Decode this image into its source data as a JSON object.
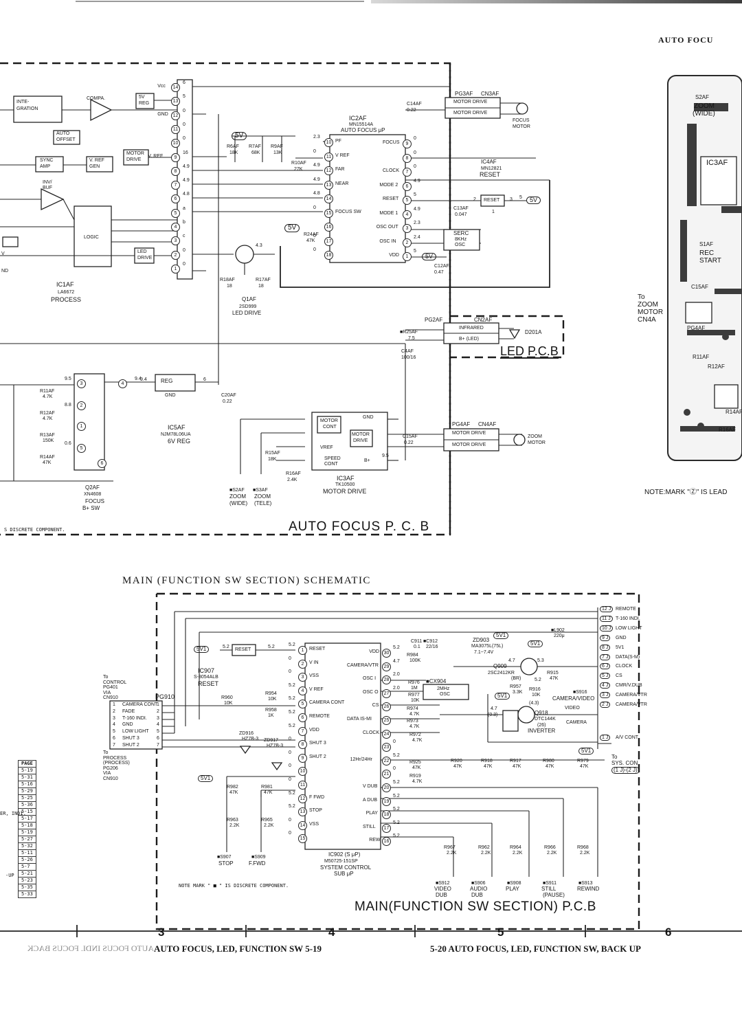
{
  "page": {
    "top_right_title": "AUTO FOCU",
    "auto_focus_pcb_label": "AUTO FOCUS P. C. B",
    "discrete_note_top": "S DISCRETE COMPONENT.",
    "led_pcb_label": "LED P.C.B",
    "to_zoom_motor": [
      "To",
      "ZOOM",
      "MOTOR",
      "CN4A"
    ],
    "note_mark_right": "NOTE:MARK \"Ⓩ\" IS LEAD",
    "main_title": "MAIN  (FUNCTION  SW  SECTION)  SCHEMATIC",
    "main_pcb_label": "MAIN(FUNCTION SW SECTION) P.C.B",
    "main_note": "NOTE MARK \" ■ \" IS DISCRETE COMPONENT.",
    "to_control": [
      "To",
      "CONTROL",
      "PG401",
      "VIA",
      "CN910"
    ],
    "to_process": [
      "To",
      "PROCESS",
      "(PROCESS)",
      "PG206",
      "VIA",
      "CN910"
    ],
    "to_sys_con": [
      "To",
      "SYS. CON.",
      "(1 J)-(2 J)"
    ]
  },
  "left_blocks": {
    "integration": [
      "INTE-",
      "GRATION"
    ],
    "compa": "COMPA.",
    "reg5v": [
      "5V",
      "REG"
    ],
    "auto_offset": [
      "AUTO",
      "OFFSET"
    ],
    "sync_amp": [
      "SYNC",
      "AMP"
    ],
    "vref_gen": [
      "V. REF",
      "GEN"
    ],
    "motor_drive": [
      "MOTOR",
      "DRIVE"
    ],
    "inv_buf": [
      "INV/",
      "BUF"
    ],
    "logic": "LOGIC",
    "led_drive": [
      "LED",
      "DRIVE"
    ],
    "v": "V",
    "nd": "ND"
  },
  "ic1af": {
    "name": "IC1AF",
    "part": "LA6672",
    "function": "PROCESS",
    "pins": [
      {
        "num": "14",
        "label": "Vcc",
        "value": "6"
      },
      {
        "num": "13",
        "label": "",
        "value": "5"
      },
      {
        "num": "12",
        "label": "GND",
        "value": "0"
      },
      {
        "num": "11",
        "label": "",
        "value": "0"
      },
      {
        "num": "10",
        "label": "",
        "value": "0"
      },
      {
        "num": "9",
        "label": "V. REF",
        "value": "16"
      },
      {
        "num": "8",
        "label": "",
        "value": "4.9"
      },
      {
        "num": "7",
        "label": "",
        "value": "4.9"
      },
      {
        "num": "6",
        "label": "",
        "value": "4.8"
      },
      {
        "num": "5",
        "label": "",
        "value": "a"
      },
      {
        "num": "4",
        "label": "",
        "value": "b"
      },
      {
        "num": "3",
        "label": "",
        "value": "c"
      },
      {
        "num": "2",
        "label": "",
        "value": "0"
      },
      {
        "num": "1",
        "label": "",
        "value": "0"
      }
    ]
  },
  "ic2af": {
    "name": "IC2AF",
    "part": "MN15514A",
    "function": "AUTO FOCUS μP",
    "left_pins": [
      {
        "num": "10",
        "label": "PF",
        "value": "2.3"
      },
      {
        "num": "11",
        "label": "V REF",
        "value": "0"
      },
      {
        "num": "12",
        "label": "FAR",
        "value": "4.9"
      },
      {
        "num": "13",
        "label": "NEAR",
        "value": "4.9"
      },
      {
        "num": "14",
        "label": "",
        "value": "4.8"
      },
      {
        "num": "15",
        "label": "FOCUS SW",
        "value": "0"
      },
      {
        "num": "16",
        "label": "",
        "value": ""
      },
      {
        "num": "17",
        "label": "",
        "value": "0"
      },
      {
        "num": "18",
        "label": "",
        "value": "0"
      }
    ],
    "right_pins": [
      {
        "num": "9",
        "label": "FOCUS",
        "value": "0"
      },
      {
        "num": "8",
        "label": "",
        "value": "0"
      },
      {
        "num": "7",
        "label": "CLOCK",
        "value": "0"
      },
      {
        "num": "6",
        "label": "MODE 2",
        "value": "4.9"
      },
      {
        "num": "5",
        "label": "RESET",
        "value": "5"
      },
      {
        "num": "4",
        "label": "MODE 1",
        "value": "4.9"
      },
      {
        "num": "3",
        "label": "OSC OUT",
        "value": "2.3"
      },
      {
        "num": "2",
        "label": "OSC IN",
        "value": "2.4"
      },
      {
        "num": "1",
        "label": "VDD",
        "value": "5"
      }
    ]
  },
  "ic4af": {
    "name": "IC4AF",
    "part": "MN12821",
    "function": "RESET",
    "box": "RESET",
    "pin2": "2",
    "pin3": "3",
    "v5": "5V",
    "value": "5",
    "pin1": "1"
  },
  "serc": {
    "lines": [
      "SERC",
      "8KHz",
      "OSC"
    ]
  },
  "vcc5v": "5V",
  "components_top": {
    "r6af": [
      "R6AF",
      "18K"
    ],
    "r7af": [
      "R7AF",
      "68K"
    ],
    "r9af": [
      "R9AF",
      "13K"
    ],
    "r10af": [
      "R10AF",
      "27K"
    ],
    "r24af": [
      "R24AF",
      "47K"
    ],
    "c14af": [
      "C14AF",
      "0.22"
    ],
    "c13af": [
      "C13AF",
      "0.047"
    ],
    "c12af": [
      "C12AF",
      "0.47"
    ],
    "r18af": [
      "R18AF",
      "18"
    ],
    "r17af": [
      "R17AF",
      "18"
    ],
    "q1af": [
      "Q1AF",
      "2SD999",
      "LED DRIVE"
    ],
    "q1af_val": "4.3"
  },
  "connectors_top": {
    "pg3af": "PG3AF",
    "cn3af": "CN3AF",
    "motor_drive_2": "MOTOR DRIVE",
    "motor_drive_1": "MOTOR DRIVE",
    "focus_motor": [
      "FOCUS",
      "MOTOR"
    ],
    "pg2af": "PG2AF",
    "cn2af": "CN2AF",
    "infrared": "INFRARED",
    "b_led": "B+ (LED)",
    "d201a": "D201A",
    "r25af": [
      "■R25AF",
      "7.5"
    ],
    "c4af": [
      "C4AF",
      "100/16"
    ]
  },
  "ic5af": {
    "name": "IC5AF",
    "part": "NJM78L06UA",
    "function": "6V REG",
    "reg": "REG",
    "gnd": "GND",
    "in_val": "9.4",
    "out": "6",
    "c20af": [
      "C20AF",
      "0.22"
    ]
  },
  "q2af": {
    "name": "Q2AF",
    "part": "XN4608",
    "function": [
      "FOCUS",
      "B+ SW"
    ],
    "vals": [
      "9.5",
      "8.8",
      "9.4",
      "0.6"
    ],
    "pins": [
      "3",
      "2",
      "1",
      "5",
      "4",
      "6"
    ]
  },
  "resistors_left": [
    [
      "R11AF",
      "4.7K"
    ],
    [
      "R12AF",
      "4.7K"
    ],
    [
      "R13AF",
      "150K"
    ],
    [
      "R14AF",
      "47K"
    ]
  ],
  "ic3af": {
    "name": "IC3AF",
    "part": "TK10500",
    "function": "MOTOR DRIVE",
    "motor_cont": [
      "MOTOR",
      "CONT"
    ],
    "motor_drive": [
      "MOTOR",
      "DRIVE"
    ],
    "vref": "VREF",
    "speed_cont": [
      "SPEED",
      "CONT"
    ],
    "gnd": "GND",
    "b_plus": "B+",
    "val_b": "9.5"
  },
  "zoom_sw": {
    "r15af": [
      "R15AF",
      "18K"
    ],
    "r16af": [
      "R16AF",
      "2.4K"
    ],
    "s2af": [
      "■S2AF",
      "ZOOM",
      "(WIDE)"
    ],
    "s3af": [
      "■S3AF",
      "ZOOM",
      "(TELE)"
    ]
  },
  "connectors_zoom": {
    "pg4af": "PG4AF",
    "cn4af": "CN4AF",
    "md1": "MOTOR DRIVE",
    "md2": "MOTOR DRIVE",
    "c15af": [
      "C15AF",
      "0.22"
    ],
    "zoom_motor": [
      "ZOOM",
      "MOTOR"
    ]
  },
  "pcb_right": {
    "zoom_wide": [
      "S2AF",
      "ZOOM",
      "(WIDE)"
    ],
    "ic3af": "IC3AF",
    "rec_start": [
      "S1AF",
      "REC",
      "START"
    ],
    "c15af": "C15AF",
    "pg4af": "PG4AF",
    "r11af": "R11AF",
    "r12af": "R12AF",
    "r14af": "R14AF",
    "r16af": "R16AF"
  },
  "ic907": {
    "name": "IC907",
    "part": "S-8054ALB",
    "function": "RESET",
    "v5": "5V1",
    "val": "5.2",
    "box": "RESET"
  },
  "pg910": {
    "name": "PG910",
    "rows": [
      {
        "num": "1",
        "label": "CAMERA CONT"
      },
      {
        "num": "2",
        "label": "FADE"
      },
      {
        "num": "3",
        "label": "T-160 INDI."
      },
      {
        "num": "4",
        "label": "GND"
      },
      {
        "num": "5",
        "label": "LOW LIGHT"
      },
      {
        "num": "6",
        "label": "SHUT 3"
      },
      {
        "num": "7",
        "label": "SHUT 2"
      }
    ]
  },
  "ic902": {
    "name": "IC902 (S μP)",
    "part": "M50725-151SP",
    "function": [
      "SYSTEM CONTROL",
      "SUB μP"
    ],
    "left_pins": [
      {
        "num": "1",
        "label": "RESET",
        "value": "5.2"
      },
      {
        "num": "2",
        "label": "V IN",
        "value": "0"
      },
      {
        "num": "3",
        "label": "VSS",
        "value": "0"
      },
      {
        "num": "4",
        "label": "V REF",
        "value": "5.2"
      },
      {
        "num": "5",
        "label": "CAMERA CONT",
        "value": "5.2"
      },
      {
        "num": "6",
        "label": "REMOTE",
        "value": "5.2"
      },
      {
        "num": "7",
        "label": "VDD",
        "value": "5.2"
      },
      {
        "num": "8",
        "label": "SHUT 3",
        "value": "0"
      },
      {
        "num": "9",
        "label": "SHUT 2",
        "value": "0"
      },
      {
        "num": "10",
        "label": "",
        "value": "0"
      },
      {
        "num": "11",
        "label": "",
        "value": "0"
      },
      {
        "num": "12",
        "label": "F FWD",
        "value": "5.2"
      },
      {
        "num": "13",
        "label": "STOP",
        "value": "5.2"
      },
      {
        "num": "14",
        "label": "VSS",
        "value": "0"
      },
      {
        "num": "15",
        "label": "",
        "value": "0"
      }
    ],
    "right_pins": [
      {
        "num": "30",
        "label": "VDD",
        "value": "5.2"
      },
      {
        "num": "29",
        "label": "CAMERA/VTR",
        "value": "4.7"
      },
      {
        "num": "28",
        "label": "OSC I",
        "value": "2.0"
      },
      {
        "num": "27",
        "label": "OSC O",
        "value": "2.0"
      },
      {
        "num": "26",
        "label": "CS",
        "value": ""
      },
      {
        "num": "25",
        "label": "DATA IS-MI",
        "value": ""
      },
      {
        "num": "24",
        "label": "CLOCK",
        "value": ""
      },
      {
        "num": "23",
        "label": "",
        "value": "0"
      },
      {
        "num": "22",
        "label": "12Hr/24Hr",
        "value": "5.2"
      },
      {
        "num": "21",
        "label": "",
        "value": "0"
      },
      {
        "num": "20",
        "label": "V DUB",
        "value": "5.2"
      },
      {
        "num": "19",
        "label": "A DUB",
        "value": "5.2"
      },
      {
        "num": "18",
        "label": "PLAY",
        "value": "5.2"
      },
      {
        "num": "17",
        "label": "STILL",
        "value": "5.2"
      },
      {
        "num": "16",
        "label": "REW",
        "value": "5.2"
      }
    ]
  },
  "main_parts": {
    "zd916": [
      "ZD916",
      "HZ7B-3"
    ],
    "zd917": [
      "ZD917",
      "HZ7B-3"
    ],
    "r960": [
      "R960",
      "10K"
    ],
    "r954": [
      "R954",
      "10K"
    ],
    "r958": [
      "R958",
      "1K"
    ],
    "r982": [
      "R982",
      "47K"
    ],
    "r981": [
      "R981",
      "47K"
    ],
    "r963": [
      "R963",
      "2.2K"
    ],
    "r965": [
      "R965",
      "2.2K"
    ],
    "s907": [
      "■S907",
      "STOP"
    ],
    "s909": [
      "■S909",
      "F.FWD"
    ],
    "v5_1": "5V1",
    "c911": [
      "C911",
      "0.1"
    ],
    "c912": [
      "■C912",
      "22/16"
    ],
    "zd903": [
      "ZD903",
      "MA3075L(75L)",
      "7.1~7.4V"
    ],
    "l902": [
      "■L902",
      "220μ"
    ],
    "r984": [
      "R984",
      "100K"
    ],
    "cx904": [
      "■CX904",
      "2MHz",
      "OSC"
    ],
    "r976": [
      "R976",
      "1M"
    ],
    "r977": [
      "R977",
      "10K"
    ],
    "r974": [
      "R974",
      "4.7K"
    ],
    "r973": [
      "R973",
      "4.7K"
    ],
    "r972": [
      "R972",
      "4.7K"
    ],
    "r925": [
      "R925",
      "47K"
    ],
    "r919": [
      "R919",
      "4.7K"
    ],
    "q909": [
      "Q909",
      "2SC2412KR",
      "(BR)"
    ],
    "q909_vals": [
      "4.7",
      "5.3",
      "5.2"
    ],
    "r915": [
      "R915",
      "47K"
    ],
    "r957": [
      "R957",
      "3.3K"
    ],
    "r916": [
      "R916",
      "10K"
    ],
    "s916": "■S916",
    "q918": [
      "Q918",
      "DTC144K",
      "(26)",
      "INVERTER"
    ],
    "q918_vals": [
      "4.7",
      "(0.3)",
      "(4.3)"
    ],
    "video": "VIDEO",
    "camera": "CAMERA",
    "camera_video": "CAMERA/VIDEO",
    "r920": [
      "R920",
      "47K"
    ],
    "r918": [
      "R918",
      "47K"
    ],
    "r917": [
      "R917",
      "47K"
    ],
    "r980": [
      "R980",
      "47K"
    ],
    "r979": [
      "R979",
      "47K"
    ],
    "r967": [
      "R967",
      "2.2K"
    ],
    "r962": [
      "R962",
      "2.2K"
    ],
    "r964": [
      "R964",
      "2.2K"
    ],
    "r966": [
      "R966",
      "2.2K"
    ],
    "r968": [
      "R968",
      "2.2K"
    ],
    "switches": [
      [
        "■S912",
        "VIDEO",
        "DUB"
      ],
      [
        "■S906",
        "AUDIO",
        "DUB"
      ],
      [
        "■S908",
        "PLAY",
        ""
      ],
      [
        "■S911",
        "STILL",
        "(PAUSE)"
      ],
      [
        "■S913",
        "REWIND",
        ""
      ]
    ]
  },
  "right_connector": {
    "rows": [
      {
        "num": "12 J",
        "label": "REMOTE"
      },
      {
        "num": "11 J",
        "label": "T-160 INDI."
      },
      {
        "num": "10 J",
        "label": "LOW LIGHT"
      },
      {
        "num": "9 J",
        "label": "GND"
      },
      {
        "num": "8 J",
        "label": "5V1"
      },
      {
        "num": "7 J",
        "label": "DATA(S-M)"
      },
      {
        "num": "6 J",
        "label": "CLOCK"
      },
      {
        "num": "5 J",
        "label": "CS"
      },
      {
        "num": "4 J",
        "label": "CMR/V.DUB"
      },
      {
        "num": "3 J",
        "label": "CAMERA/VTR"
      },
      {
        "num": "2 J",
        "label": "CAMERA/VTR"
      },
      {
        "num": "1 J",
        "label": "A/V CONT."
      }
    ]
  },
  "page_table": {
    "header": "PAGE",
    "rows": [
      "5-19",
      "5-31",
      "5-16",
      "5-29",
      "5-25",
      "5-36",
      "5-15",
      "5-17",
      "5-18",
      "5-19",
      "5-27",
      "5-32",
      "5-11",
      "5-26",
      "5-7",
      "5-21",
      "5-23",
      "5-35",
      "5-33"
    ],
    "side_labels": {
      "r8": "ER, INDI.",
      "r16": "-UP"
    }
  },
  "grid_numbers": [
    "3",
    "4",
    "5",
    "6"
  ],
  "footer": {
    "left": "AUTO FOCUS, LED, FUNCTION SW  5-19",
    "left_mirrored": "AUTO FOCUS INDI. FOCUS BACK",
    "right": "5-20  AUTO FOCUS, LED, FUNCTION SW, BACK UP"
  }
}
